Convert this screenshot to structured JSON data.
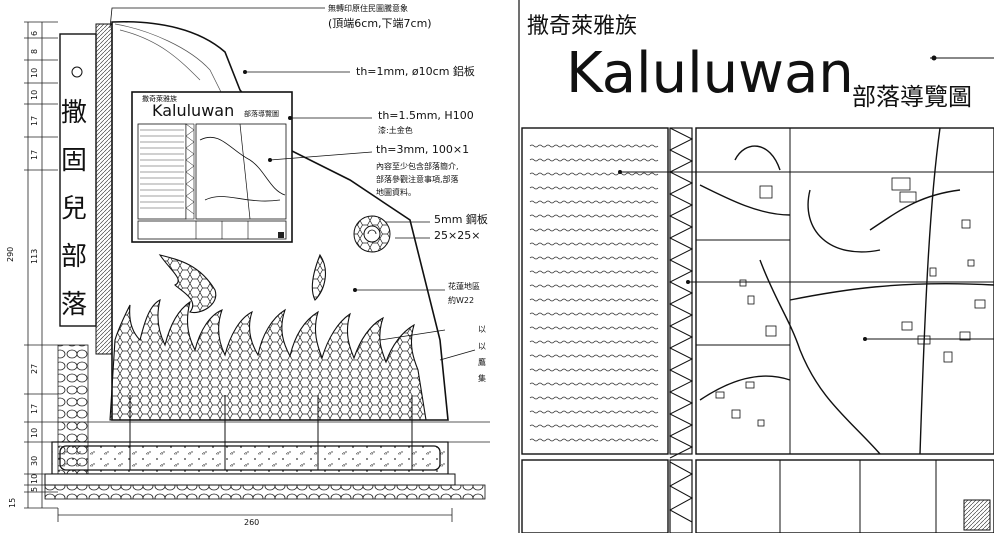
{
  "left_panel": {
    "vertical_sign": [
      "撒",
      "固",
      "兒",
      "部",
      "落"
    ],
    "mini_board": {
      "subtitle": "撒奇萊雅族",
      "title": "Kaluluwan",
      "suffix": "部落導覽圖"
    },
    "annotations": {
      "a1_line1": "無轉印原住民圖騰意象",
      "a1_line2": "(頂端6cm,下端7cm)",
      "a2": "th=1mm, ø10cm 鋁板",
      "a3_line1": "th=1.5mm, H100",
      "a3_line2": "漆:土金色",
      "a4_line1": "th=3mm, 100×1",
      "a4_line2": "內容至少包含部落簡介,",
      "a4_line3": "部落參觀注意事項,部落",
      "a4_line4": "地圖資料。",
      "a5": "5mm 鋼板",
      "a6": "25×25×",
      "a7_line1": "花蓮地區",
      "a7_line2": "約W22",
      "a8": "以",
      "a9": "以",
      "a10": "鷹",
      "a11": "集"
    },
    "dims_left": [
      "6",
      "8",
      "10",
      "10",
      "17",
      "17",
      "113",
      "27",
      "17",
      "10",
      "30",
      "10",
      "5",
      "15"
    ],
    "dim_total_v": "290",
    "dim_total_h": "260"
  },
  "right_panel": {
    "subtitle": "撒奇萊雅族",
    "title": "Kaluluwan",
    "suffix": "部落導覽圖"
  }
}
